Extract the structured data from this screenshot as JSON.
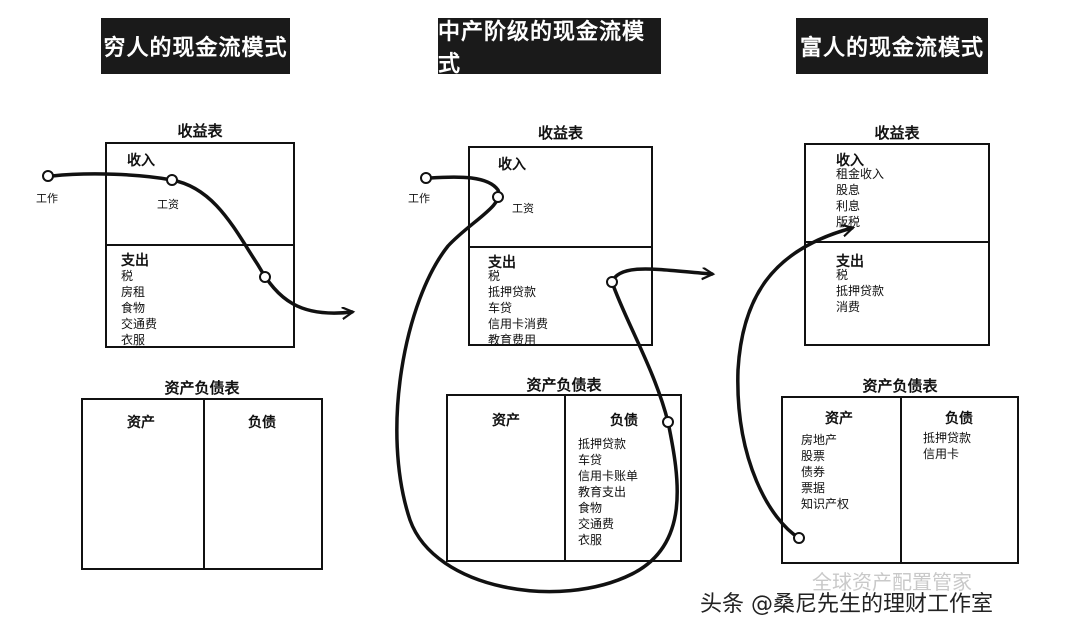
{
  "panels": [
    {
      "title": "穷人的现金流模式",
      "income_statement": {
        "label": "收益表",
        "income_head": "收入",
        "income_items": [],
        "expense_head": "支出",
        "expense_items": [
          "税",
          "房租",
          "食物",
          "交通费",
          "衣服"
        ]
      },
      "balance_sheet": {
        "label": "资产负债表",
        "assets_head": "资产",
        "assets_items": [],
        "liabilities_head": "负债",
        "liabilities_items": []
      },
      "node_labels": {
        "start": "工作",
        "mid": "工资"
      }
    },
    {
      "title": "中产阶级的现金流模式",
      "income_statement": {
        "label": "收益表",
        "income_head": "收入",
        "income_items": [],
        "expense_head": "支出",
        "expense_items": [
          "税",
          "抵押贷款",
          "车贷",
          "信用卡消费",
          "教育费用"
        ]
      },
      "balance_sheet": {
        "label": "资产负债表",
        "assets_head": "资产",
        "assets_items": [],
        "liabilities_head": "负债",
        "liabilities_items": [
          "抵押贷款",
          "车贷",
          "信用卡账单",
          "教育支出",
          "食物",
          "交通费",
          "衣服"
        ]
      },
      "node_labels": {
        "start": "工作",
        "mid": "工资"
      }
    },
    {
      "title": "富人的现金流模式",
      "income_statement": {
        "label": "收益表",
        "income_head": "收入",
        "income_items": [
          "租金收入",
          "股息",
          "利息",
          "版税"
        ],
        "expense_head": "支出",
        "expense_items": [
          "税",
          "抵押贷款",
          "消费"
        ]
      },
      "balance_sheet": {
        "label": "资产负债表",
        "assets_head": "资产",
        "assets_items": [
          "房地产",
          "股票",
          "债券",
          "票据",
          "知识产权"
        ],
        "liabilities_head": "负债",
        "liabilities_items": [
          "抵押贷款",
          "信用卡"
        ]
      }
    }
  ],
  "watermark": {
    "text": "头条 @桑尼先生的理财工作室",
    "faint_text": "全球资产配置管家"
  }
}
